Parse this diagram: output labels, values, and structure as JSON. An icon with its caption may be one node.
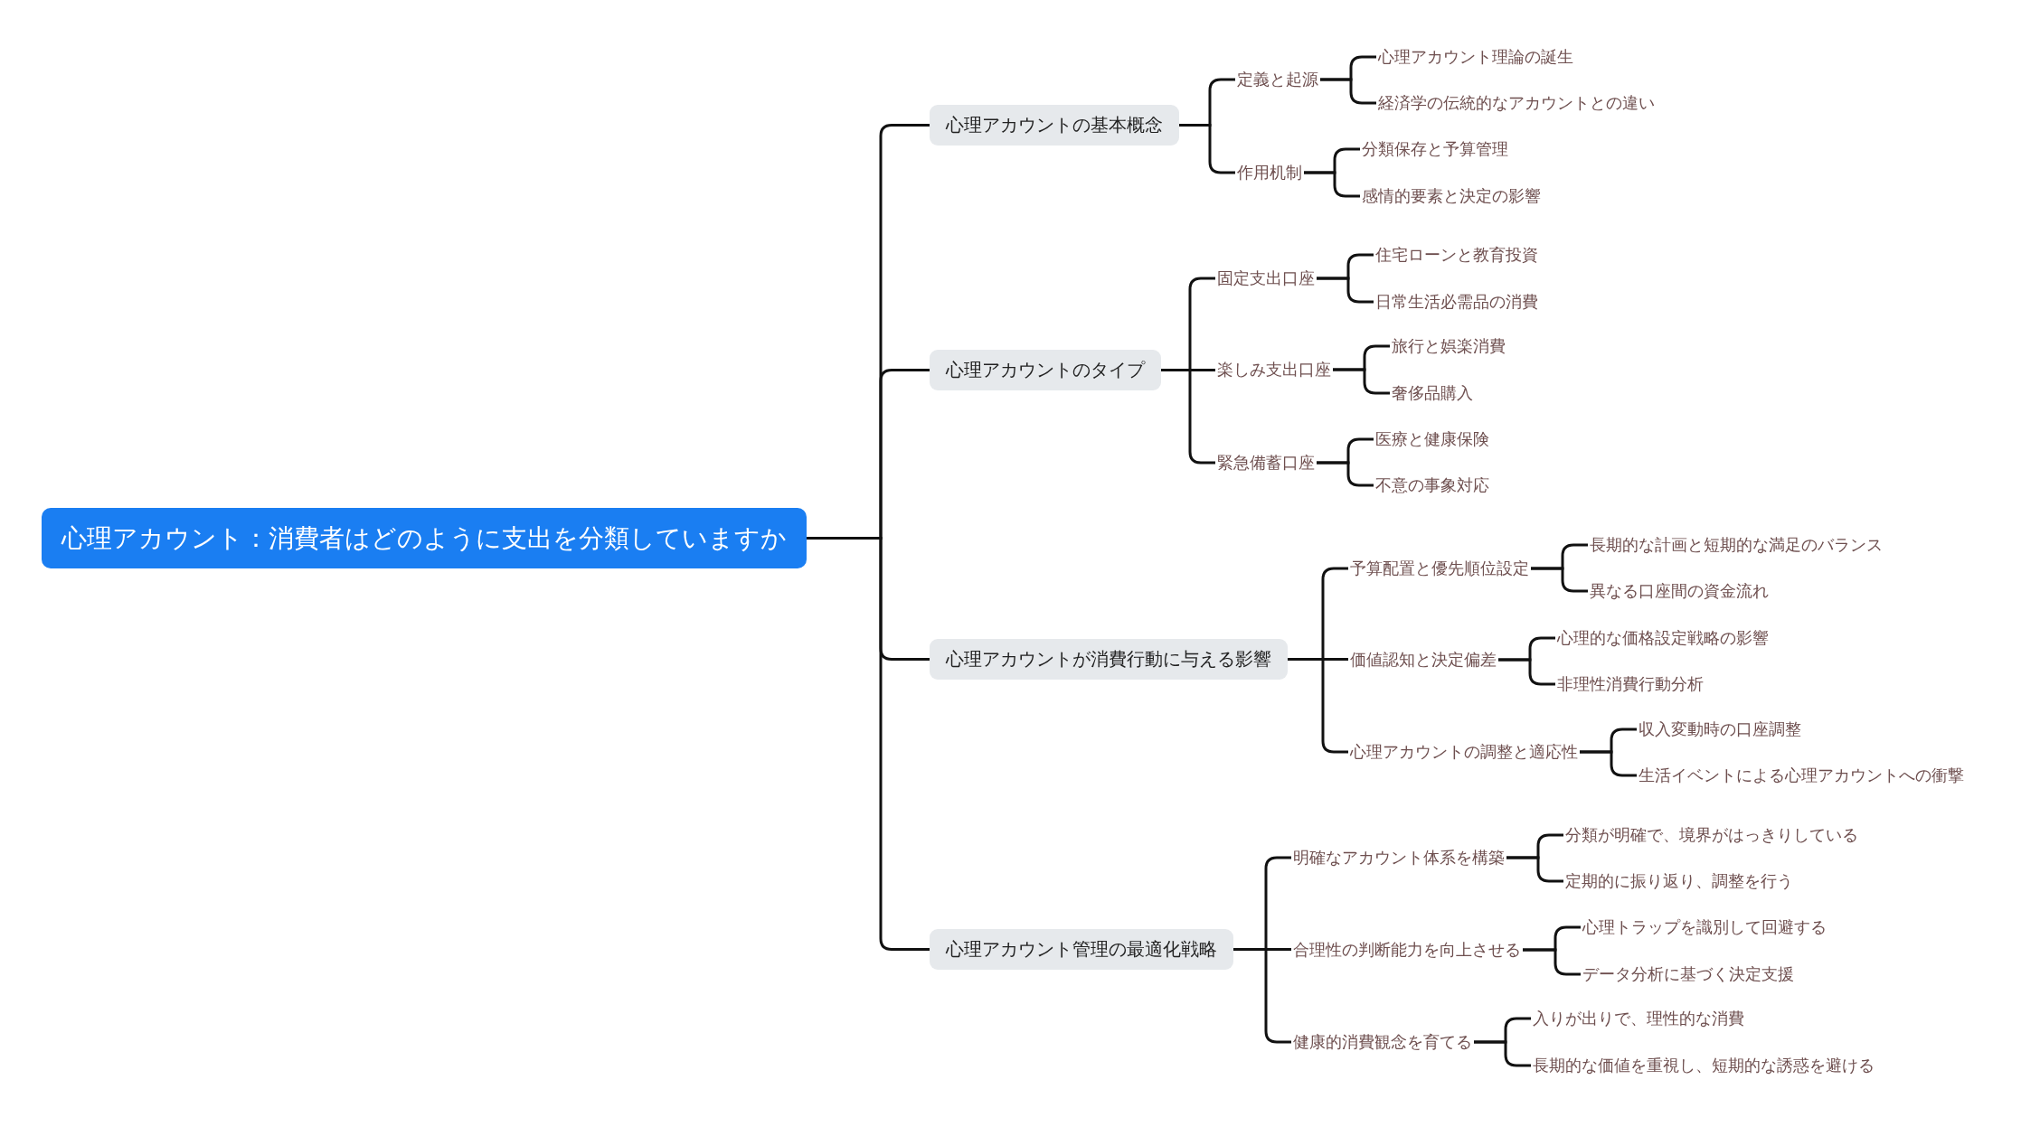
{
  "diagram": {
    "nodes": [
      {
        "text": [
          "心理アカウント：消費者はどのように支出を分類していますか"
        ]
      },
      {
        "text": [
          "心理アカウントの基本概念"
        ]
      },
      {
        "text": [
          "定義と起源"
        ]
      },
      {
        "text": [
          "心理アカウント理論の誕生"
        ]
      },
      {
        "text": [
          "経済学の伝統的なアカウントとの違い"
        ]
      },
      {
        "text": [
          "作用机制"
        ]
      },
      {
        "text": [
          "分類保存と予算管理"
        ]
      },
      {
        "text": [
          "感情的要素と決定の影響"
        ]
      },
      {
        "text": [
          "心理アカウントのタイプ"
        ]
      },
      {
        "text": [
          "固定支出口座"
        ]
      },
      {
        "text": [
          "住宅ローンと教育投資"
        ]
      },
      {
        "text": [
          "日常生活必需品の消費"
        ]
      },
      {
        "text": [
          "楽しみ支出口座"
        ]
      },
      {
        "text": [
          "旅行と娯楽消費"
        ]
      },
      {
        "text": [
          "奢侈品購入"
        ]
      },
      {
        "text": [
          "緊急備蓄口座"
        ]
      },
      {
        "text": [
          "医療と健康保険"
        ]
      },
      {
        "text": [
          "不意の事象対応"
        ]
      },
      {
        "text": [
          "心理アカウントが消費行動に与える影響"
        ]
      },
      {
        "text": [
          "予算配置と優先順位設定"
        ]
      },
      {
        "text": [
          "長期的な計画と短期的な満足のバランス"
        ]
      },
      {
        "text": [
          "異なる口座間の資金流れ"
        ]
      },
      {
        "text": [
          "価値認知と決定偏差"
        ]
      },
      {
        "text": [
          "心理的な価格設定戦略の影響"
        ]
      },
      {
        "text": [
          "非理性消費行動分析"
        ]
      },
      {
        "text": [
          "心理アカウントの調整と適応性"
        ]
      },
      {
        "text": [
          "収入変動時の口座調整"
        ]
      },
      {
        "text": [
          "生活イベントによる心理アカウントへの衝撃"
        ]
      },
      {
        "text": [
          "心理アカウント管理の最適化戦略"
        ]
      },
      {
        "text": [
          "明確なアカウント体系を構築"
        ]
      },
      {
        "text": [
          "分類が明確で、境界がはっきりしている"
        ]
      },
      {
        "text": [
          "定期的に振り返り、調整を行う"
        ]
      },
      {
        "text": [
          "合理性の判断能力を向上させる"
        ]
      },
      {
        "text": [
          "心理トラップを識別して回避する"
        ]
      },
      {
        "text": [
          "データ分析に基づく決定支援"
        ]
      },
      {
        "text": [
          "健康的消費観念を育てる"
        ]
      },
      {
        "text": [
          "入りが出りで、理性的な消費"
        ]
      },
      {
        "text": [
          "長期的な価値を重視し、短期的な誘惑を避ける"
        ]
      }
    ],
    "edges": [
      {
        "from": 0,
        "to": 1,
        "arrow": "none"
      },
      {
        "from": 1,
        "to": 2,
        "arrow": "none"
      },
      {
        "from": 2,
        "to": 3,
        "arrow": "none"
      },
      {
        "from": 2,
        "to": 4,
        "arrow": "none"
      },
      {
        "from": 1,
        "to": 5,
        "arrow": "none"
      },
      {
        "from": 5,
        "to": 6,
        "arrow": "none"
      },
      {
        "from": 5,
        "to": 7,
        "arrow": "none"
      },
      {
        "from": 0,
        "to": 8,
        "arrow": "none"
      },
      {
        "from": 8,
        "to": 9,
        "arrow": "none"
      },
      {
        "from": 9,
        "to": 10,
        "arrow": "none"
      },
      {
        "from": 9,
        "to": 11,
        "arrow": "none"
      },
      {
        "from": 8,
        "to": 12,
        "arrow": "none"
      },
      {
        "from": 12,
        "to": 13,
        "arrow": "none"
      },
      {
        "from": 12,
        "to": 14,
        "arrow": "none"
      },
      {
        "from": 8,
        "to": 15,
        "arrow": "none"
      },
      {
        "from": 15,
        "to": 16,
        "arrow": "none"
      },
      {
        "from": 15,
        "to": 17,
        "arrow": "none"
      },
      {
        "from": 0,
        "to": 18,
        "arrow": "none"
      },
      {
        "from": 18,
        "to": 19,
        "arrow": "none"
      },
      {
        "from": 19,
        "to": 20,
        "arrow": "none"
      },
      {
        "from": 19,
        "to": 21,
        "arrow": "none"
      },
      {
        "from": 18,
        "to": 22,
        "arrow": "none"
      },
      {
        "from": 22,
        "to": 23,
        "arrow": "none"
      },
      {
        "from": 22,
        "to": 24,
        "arrow": "none"
      },
      {
        "from": 18,
        "to": 25,
        "arrow": "none"
      },
      {
        "from": 25,
        "to": 26,
        "arrow": "none"
      },
      {
        "from": 25,
        "to": 27,
        "arrow": "none"
      },
      {
        "from": 0,
        "to": 28,
        "arrow": "none"
      },
      {
        "from": 28,
        "to": 29,
        "arrow": "none"
      },
      {
        "from": 29,
        "to": 30,
        "arrow": "none"
      },
      {
        "from": 29,
        "to": 31,
        "arrow": "none"
      },
      {
        "from": 28,
        "to": 32,
        "arrow": "none"
      },
      {
        "from": 32,
        "to": 33,
        "arrow": "none"
      },
      {
        "from": 32,
        "to": 34,
        "arrow": "none"
      },
      {
        "from": 28,
        "to": 35,
        "arrow": "none"
      },
      {
        "from": 35,
        "to": 36,
        "arrow": "none"
      },
      {
        "from": 35,
        "to": 37,
        "arrow": "none"
      }
    ]
  }
}
